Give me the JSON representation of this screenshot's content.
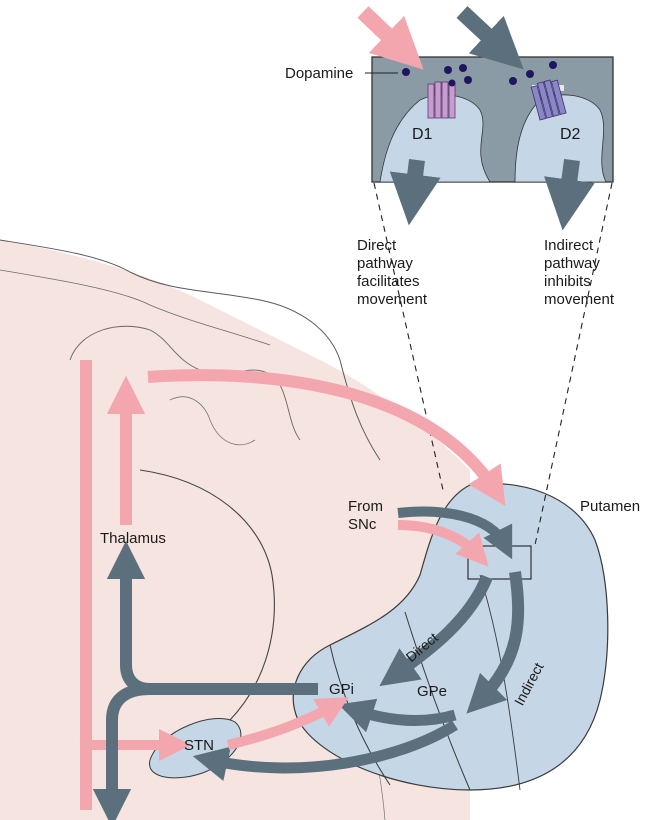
{
  "labels": {
    "dopamine": "Dopamine",
    "d1": "D1",
    "d2": "D2",
    "direct_caption": [
      "Direct",
      "pathway",
      "facilitates",
      "movement"
    ],
    "indirect_caption": [
      "Indirect",
      "pathway",
      "inhibits",
      "movement"
    ],
    "from_snc": [
      "From",
      "SNc"
    ],
    "putamen": "Putamen",
    "thalamus": "Thalamus",
    "gpi": "GPi",
    "gpe": "GPe",
    "stn": "STN",
    "direct": "Direct",
    "indirect": "Indirect"
  },
  "colors": {
    "excitatory": "#f4a6ae",
    "inhibitory": "#5b6f7c",
    "nucleus_fill": "#c5d6e6",
    "cortex_fill": "#f3e1dc",
    "synapse_box": "#8a9ba6",
    "dopamine_dot": "#1f1660",
    "receptor_d1": "#c89bd1",
    "receptor_d2": "#8b86c9"
  }
}
